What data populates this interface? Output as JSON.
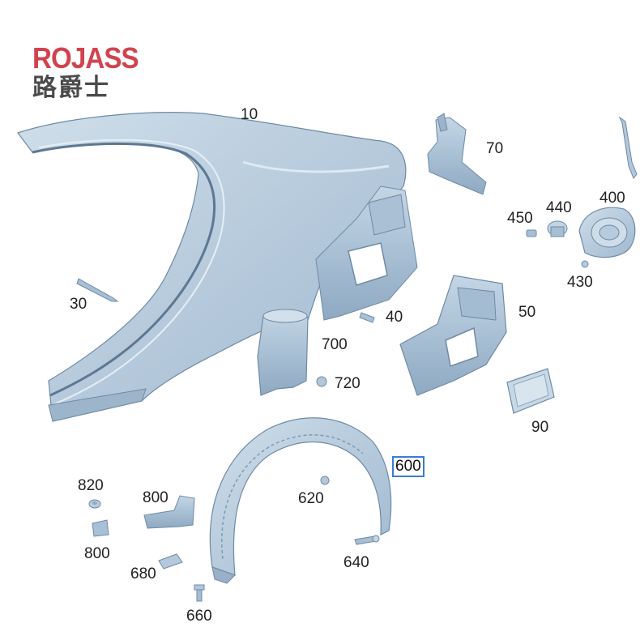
{
  "brand": {
    "name_en": "ROJASS",
    "name_cn": "路爵士",
    "color_en": "#d2434f",
    "color_cn": "#4b4b4b"
  },
  "colors": {
    "part_fill": "#b9cedf",
    "part_shade": "#8fabc4",
    "part_edge": "#6f8aa3",
    "highlight": "#3a7bd5"
  },
  "callouts": {
    "p10": "10",
    "p30": "30",
    "p40": "40",
    "p50": "50",
    "p70": "70",
    "p90": "90",
    "p400": "400",
    "p430": "430",
    "p440": "440",
    "p450": "450",
    "p600": "600",
    "p620": "620",
    "p640": "640",
    "p660": "660",
    "p680": "680",
    "p700": "700",
    "p720": "720",
    "p800a": "800",
    "p800b": "800",
    "p820": "820"
  },
  "selected_callout": "600"
}
